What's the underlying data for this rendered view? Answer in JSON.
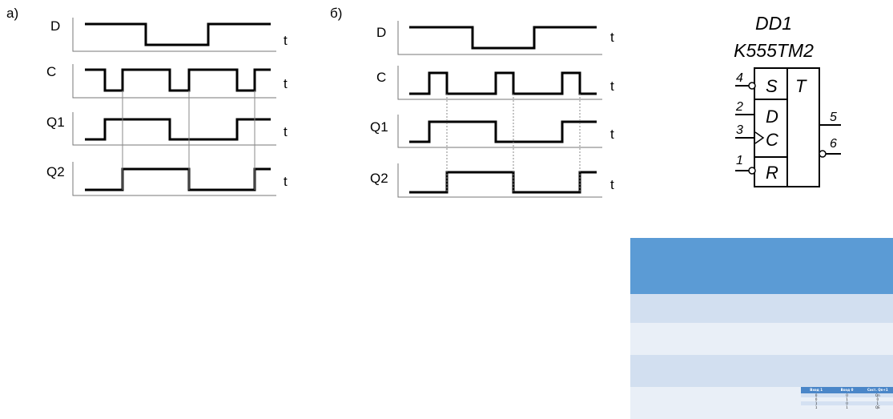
{
  "panels": [
    {
      "label": "а)",
      "signals": [
        {
          "name": "D",
          "axis": "t"
        },
        {
          "name": "C",
          "axis": "t"
        },
        {
          "name": "Q1",
          "axis": "t"
        },
        {
          "name": "Q2",
          "axis": "t"
        }
      ]
    },
    {
      "label": "б)",
      "signals": [
        {
          "name": "D",
          "axis": "t"
        },
        {
          "name": "C",
          "axis": "t"
        },
        {
          "name": "Q1",
          "axis": "t"
        },
        {
          "name": "Q2",
          "axis": "t"
        }
      ]
    }
  ],
  "chip": {
    "designator": "DD1",
    "part": "K555TM2",
    "type_label": "T",
    "inputs": [
      {
        "pin": "4",
        "name": "S",
        "inverted": true
      },
      {
        "pin": "2",
        "name": "D",
        "inverted": false
      },
      {
        "pin": "3",
        "name": "C",
        "inverted": false,
        "clock": true
      },
      {
        "pin": "1",
        "name": "R",
        "inverted": true
      }
    ],
    "outputs": [
      {
        "pin": "5",
        "inverted": false
      },
      {
        "pin": "6",
        "inverted": true
      }
    ]
  },
  "truth_table": {
    "colors": {
      "header": "#5b9bd5",
      "band_dark": "#d2dff0",
      "band_light": "#e9eff7"
    },
    "headers": [
      "Вход 1",
      "Вход 0",
      "Сост. Qn+1"
    ],
    "rows": [
      [
        "0",
        "0",
        "Qn"
      ],
      [
        "0",
        "1",
        "0"
      ],
      [
        "1",
        "0",
        "1"
      ],
      [
        "1",
        "1",
        "QЕ"
      ]
    ]
  }
}
